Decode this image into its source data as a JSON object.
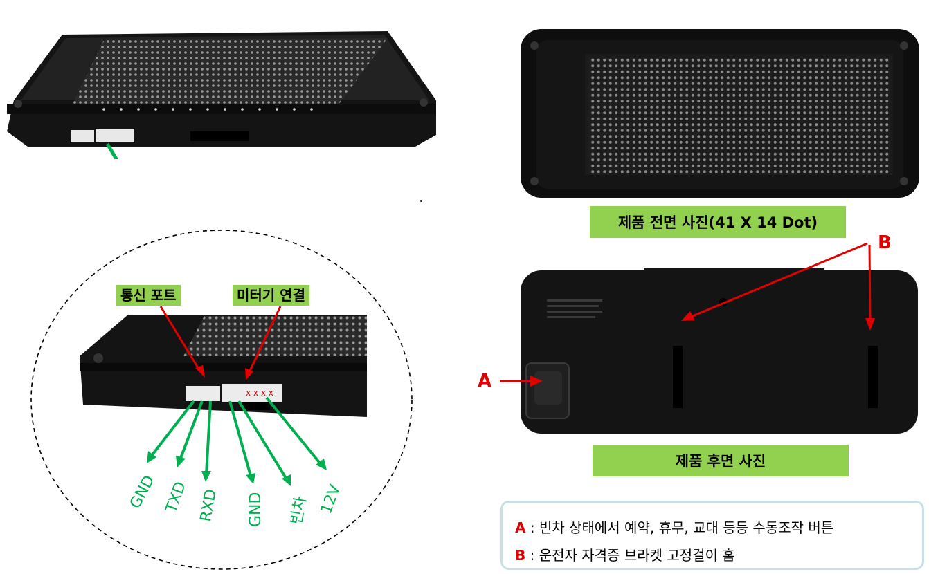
{
  "labels": {
    "front_caption": "제품 전면 사진(41 X 14 Dot)",
    "back_caption": "제품 후면 사진",
    "comm_port": "통신 포트",
    "meter_connection": "미터기 연결"
  },
  "pins": [
    "GND",
    "TXD",
    "RXD",
    "GND",
    "빈차",
    "12V"
  ],
  "markers": {
    "a": "A",
    "b": "B"
  },
  "legend": {
    "items": [
      {
        "key": "A",
        "text": " : 빈차 상태에서 예약, 휴무, 교대 등등 수동조작 버튼"
      },
      {
        "key": "B",
        "text": " : 운전자 자격증 브라켓 고정걸이 홈"
      }
    ]
  },
  "colors": {
    "label_bg": "#92d050",
    "pin_text": "#00b050",
    "marker": "#e00000",
    "arrow_green": "#00b050",
    "arrow_red": "#e00000"
  }
}
